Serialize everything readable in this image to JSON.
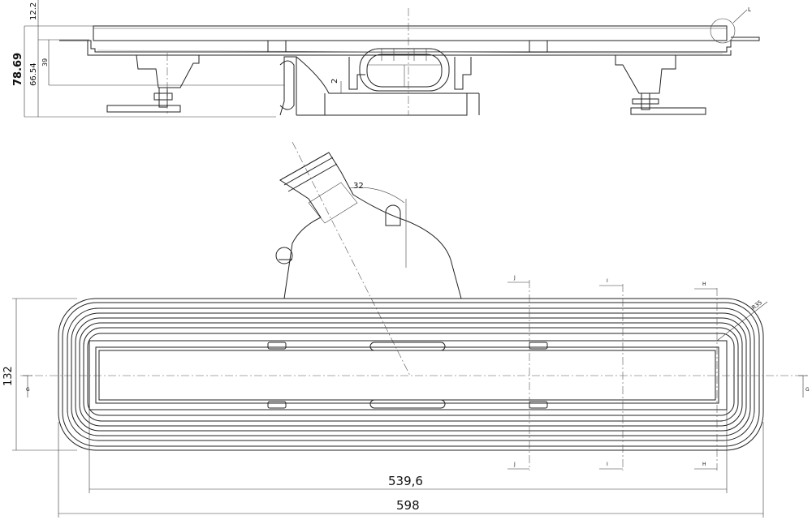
{
  "side_view": {
    "dims": {
      "total_height": "78.69",
      "body_height": "66.54",
      "foot_height": "39",
      "grate_height": "12.2",
      "gap": "2"
    },
    "detail_label": "L"
  },
  "plan_view": {
    "dims": {
      "width": "132",
      "inner_length": "539,6",
      "total_length": "598",
      "radius": "R35",
      "angle": "32"
    },
    "sections": {
      "g": "G",
      "h": "H",
      "i": "I",
      "j": "J"
    }
  }
}
